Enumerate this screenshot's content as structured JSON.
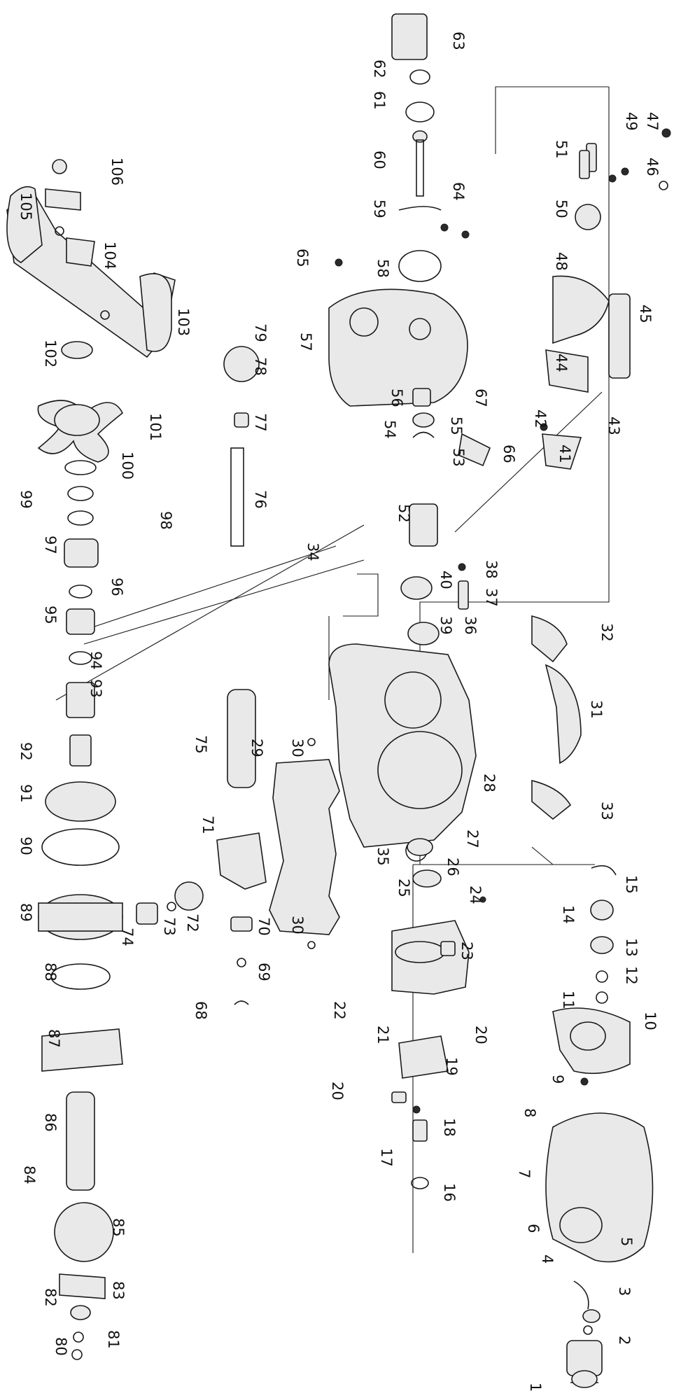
{
  "colors": {
    "ink": "#1a1a1a",
    "paper": "#ffffff",
    "shade": "#e9e9e9"
  },
  "labels": [
    "1",
    "2",
    "3",
    "4",
    "5",
    "6",
    "7",
    "8",
    "9",
    "10",
    "11",
    "12",
    "13",
    "14",
    "15",
    "16",
    "17",
    "18",
    "19",
    "20",
    "20",
    "21",
    "22",
    "23",
    "24",
    "25",
    "26",
    "27",
    "28",
    "29",
    "30",
    "30",
    "31",
    "32",
    "33",
    "34",
    "35",
    "36",
    "37",
    "38",
    "39",
    "40",
    "41",
    "42",
    "43",
    "44",
    "45",
    "46",
    "47",
    "48",
    "49",
    "50",
    "51",
    "52",
    "53",
    "54",
    "55",
    "56",
    "57",
    "58",
    "59",
    "60",
    "61",
    "62",
    "63",
    "64",
    "65",
    "66",
    "67",
    "68",
    "69",
    "70",
    "71",
    "72",
    "73",
    "74",
    "75",
    "76",
    "77",
    "78",
    "79",
    "80",
    "81",
    "82",
    "83",
    "84",
    "85",
    "86",
    "87",
    "88",
    "89",
    "90",
    "91",
    "92",
    "93",
    "94",
    "95",
    "96",
    "97",
    "98",
    "99",
    "100",
    "101",
    "102",
    "103",
    "104",
    "105",
    "106"
  ]
}
